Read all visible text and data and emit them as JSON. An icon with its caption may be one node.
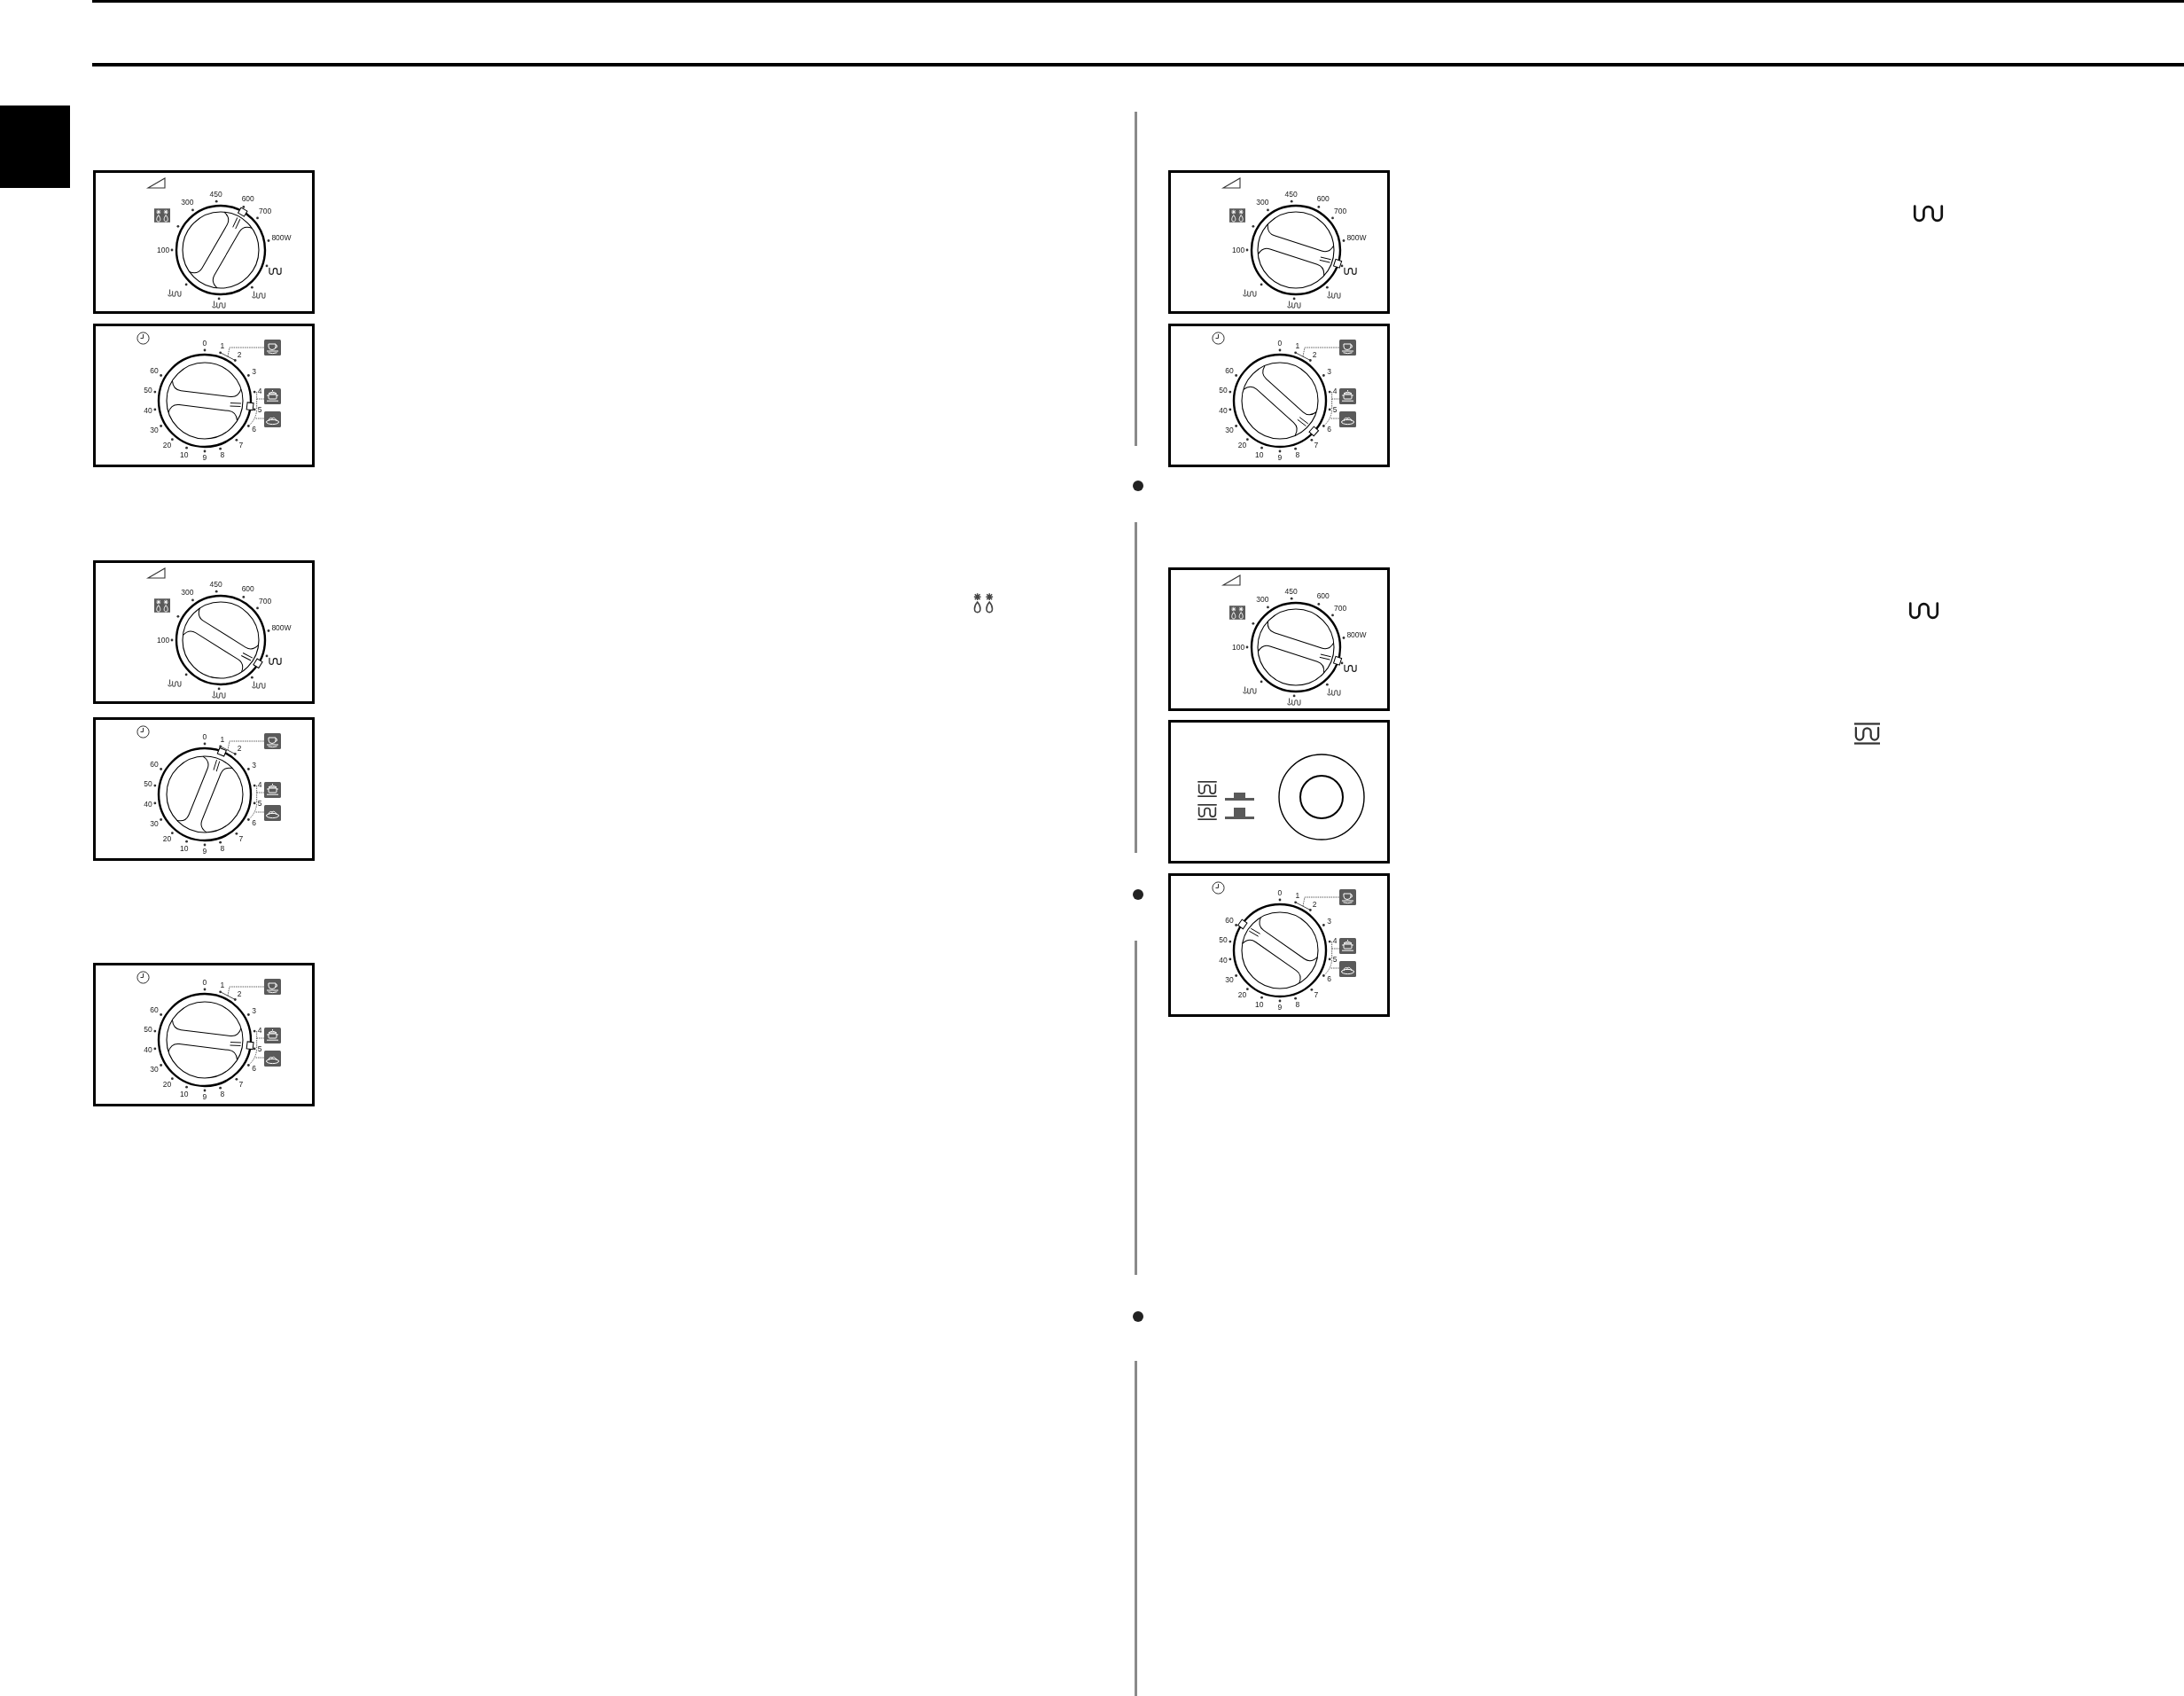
{
  "diagram": {
    "nodes": [
      {
        "text": [],
        "shape": "box"
      },
      {
        "text": [
          "450",
          "300",
          "600",
          "700",
          "100",
          "800W"
        ]
      },
      {
        "text": [
          "0",
          "1",
          "2",
          "60",
          "3",
          "50",
          "4",
          "40",
          "5",
          "30",
          "6",
          "20",
          "7",
          "10",
          "8",
          "9"
        ]
      },
      {
        "text": [
          "450",
          "300",
          "600",
          "700",
          "100",
          "800W"
        ]
      },
      {
        "text": [
          "0",
          "1",
          "2",
          "60",
          "3",
          "50",
          "4",
          "40",
          "5",
          "30",
          "6",
          "20",
          "7",
          "10",
          "8",
          "9"
        ]
      },
      {
        "text": [
          "0",
          "1",
          "2",
          "60",
          "3",
          "50",
          "4",
          "40",
          "5",
          "30",
          "6",
          "20",
          "7",
          "10",
          "8",
          "9"
        ]
      },
      {
        "text": [
          "450",
          "300",
          "600",
          "700",
          "100",
          "800W"
        ]
      },
      {
        "text": [
          "0",
          "1",
          "2",
          "60",
          "3",
          "50",
          "4",
          "40",
          "5",
          "30",
          "6",
          "20",
          "7",
          "10",
          "8",
          "9"
        ]
      },
      {
        "text": [
          "450",
          "300",
          "600",
          "700",
          "100",
          "800W"
        ]
      },
      {
        "text": [],
        "shape": "box"
      },
      {
        "text": [
          "0",
          "1",
          "2",
          "60",
          "3",
          "50",
          "4",
          "40",
          "5",
          "30",
          "6",
          "20",
          "7",
          "10",
          "8",
          "9"
        ]
      }
    ]
  }
}
